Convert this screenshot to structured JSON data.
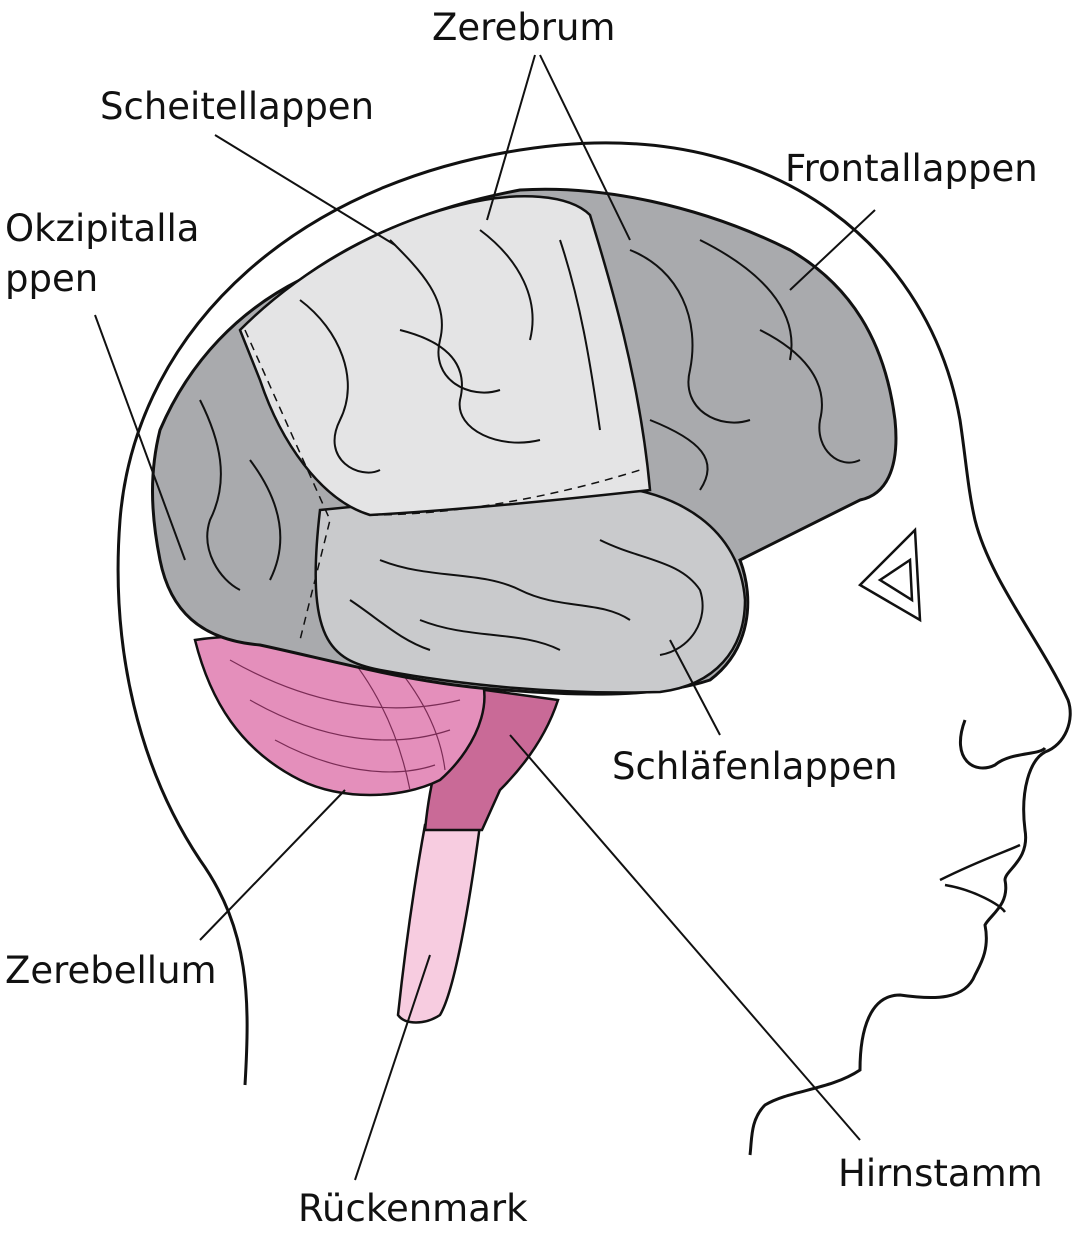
{
  "labels": {
    "cerebrum": "Zerebrum",
    "parietal": "Scheitellappen",
    "frontal": "Frontallappen",
    "occipital_line1": "Okzipitalla",
    "occipital_line2": "ppen",
    "temporal": "Schläfenlappen",
    "cerebellum": "Zerebellum",
    "spinal_cord": "Rückenmark",
    "brainstem": "Hirnstamm"
  },
  "colors": {
    "cerebrum_dark": "#a9aaad",
    "cerebrum_mid": "#c9cacc",
    "parietal_light": "#e4e4e5",
    "cerebellum": "#e48fbb",
    "brainstem": "#c96a97",
    "spinal_cord": "#f7cce0",
    "outline": "#111111"
  }
}
